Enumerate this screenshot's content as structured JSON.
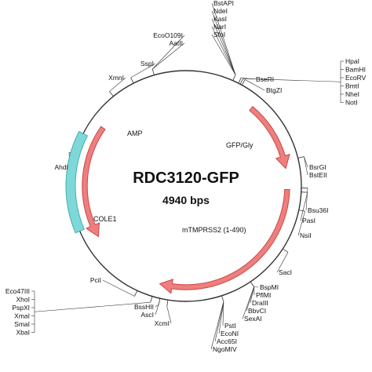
{
  "plasmid": {
    "name": "RDC3120-GFP",
    "size_label": "4940 bps",
    "length_bp": 4940
  },
  "colors": {
    "backbone": "#333333",
    "arrow_fill": "#ef7f7f",
    "arrow_stroke": "#c94545",
    "box_fill": "#7fd8d8",
    "box_stroke": "#3fb0b0"
  },
  "features": [
    {
      "name": "amp",
      "label": "AMP",
      "kind": "arrow",
      "start_deg": 305,
      "end_deg": 240,
      "direction": "ccw"
    },
    {
      "name": "gfp-gly",
      "label": "GFP/Gly",
      "kind": "arrow",
      "start_deg": 40,
      "end_deg": 80,
      "direction": "cw"
    },
    {
      "name": "mtmprss2",
      "label": "mTMPRSS2 (1-490)",
      "kind": "arrow",
      "start_deg": 92,
      "end_deg": 195,
      "direction": "cw"
    },
    {
      "name": "cole1",
      "label": "COLE1",
      "kind": "box",
      "start_deg": 247,
      "end_deg": 297,
      "direction": "none"
    }
  ],
  "feature_labels": [
    {
      "name": "amp",
      "text": "AMP"
    },
    {
      "name": "gfp-gly",
      "text": "GFP/Gly"
    },
    {
      "name": "mtmprss2",
      "text": "mTMPRSS2 (1-490)"
    },
    {
      "name": "cole1",
      "text": "COLE1"
    }
  ],
  "sites": [
    {
      "angle": 24,
      "labels": [
        "BstAPI",
        "NdeI",
        "KasI",
        "NarI",
        "SfoI"
      ]
    },
    {
      "angle": 27,
      "labels": [
        "BseRI"
      ]
    },
    {
      "angle": 29,
      "labels": [
        "BtgZI"
      ]
    },
    {
      "angle": 28,
      "labels": [
        "HpaI",
        "BamHI",
        "EcoRV",
        "BmtI",
        "NheI",
        "NotI"
      ]
    },
    {
      "angle": 76,
      "labels": [
        "BsrGI",
        "BstEII"
      ]
    },
    {
      "angle": 91,
      "labels": [
        "Bsu36I"
      ]
    },
    {
      "angle": 93,
      "labels": [
        "PasI"
      ]
    },
    {
      "angle": 102,
      "labels": [
        "NsiI"
      ]
    },
    {
      "angle": 123,
      "labels": [
        "SacI"
      ]
    },
    {
      "angle": 146,
      "labels": [
        "BspMI",
        "PflMI",
        "DraIII",
        "BbvCI",
        "SexAI"
      ]
    },
    {
      "angle": 162,
      "labels": [
        "PstI",
        "EcoNI",
        "Acc65I",
        "NgoMIV"
      ]
    },
    {
      "angle": 189,
      "labels": [
        "XcmI"
      ]
    },
    {
      "angle": 193,
      "labels": [
        "BssHII",
        "AscI"
      ]
    },
    {
      "angle": 197,
      "labels": [
        "Eco47III",
        "XhoI",
        "PspXI",
        "XmaI",
        "SmaI",
        "XbaI"
      ]
    },
    {
      "angle": 205,
      "labels": [
        "PciI"
      ]
    },
    {
      "angle": 286,
      "labels": [
        "AhdI"
      ]
    },
    {
      "angle": 321,
      "labels": [
        "XmnI"
      ]
    },
    {
      "angle": 333,
      "labels": [
        "SspI"
      ]
    },
    {
      "angle": 344,
      "labels": [
        "EcoO109I",
        "AatII"
      ]
    }
  ]
}
